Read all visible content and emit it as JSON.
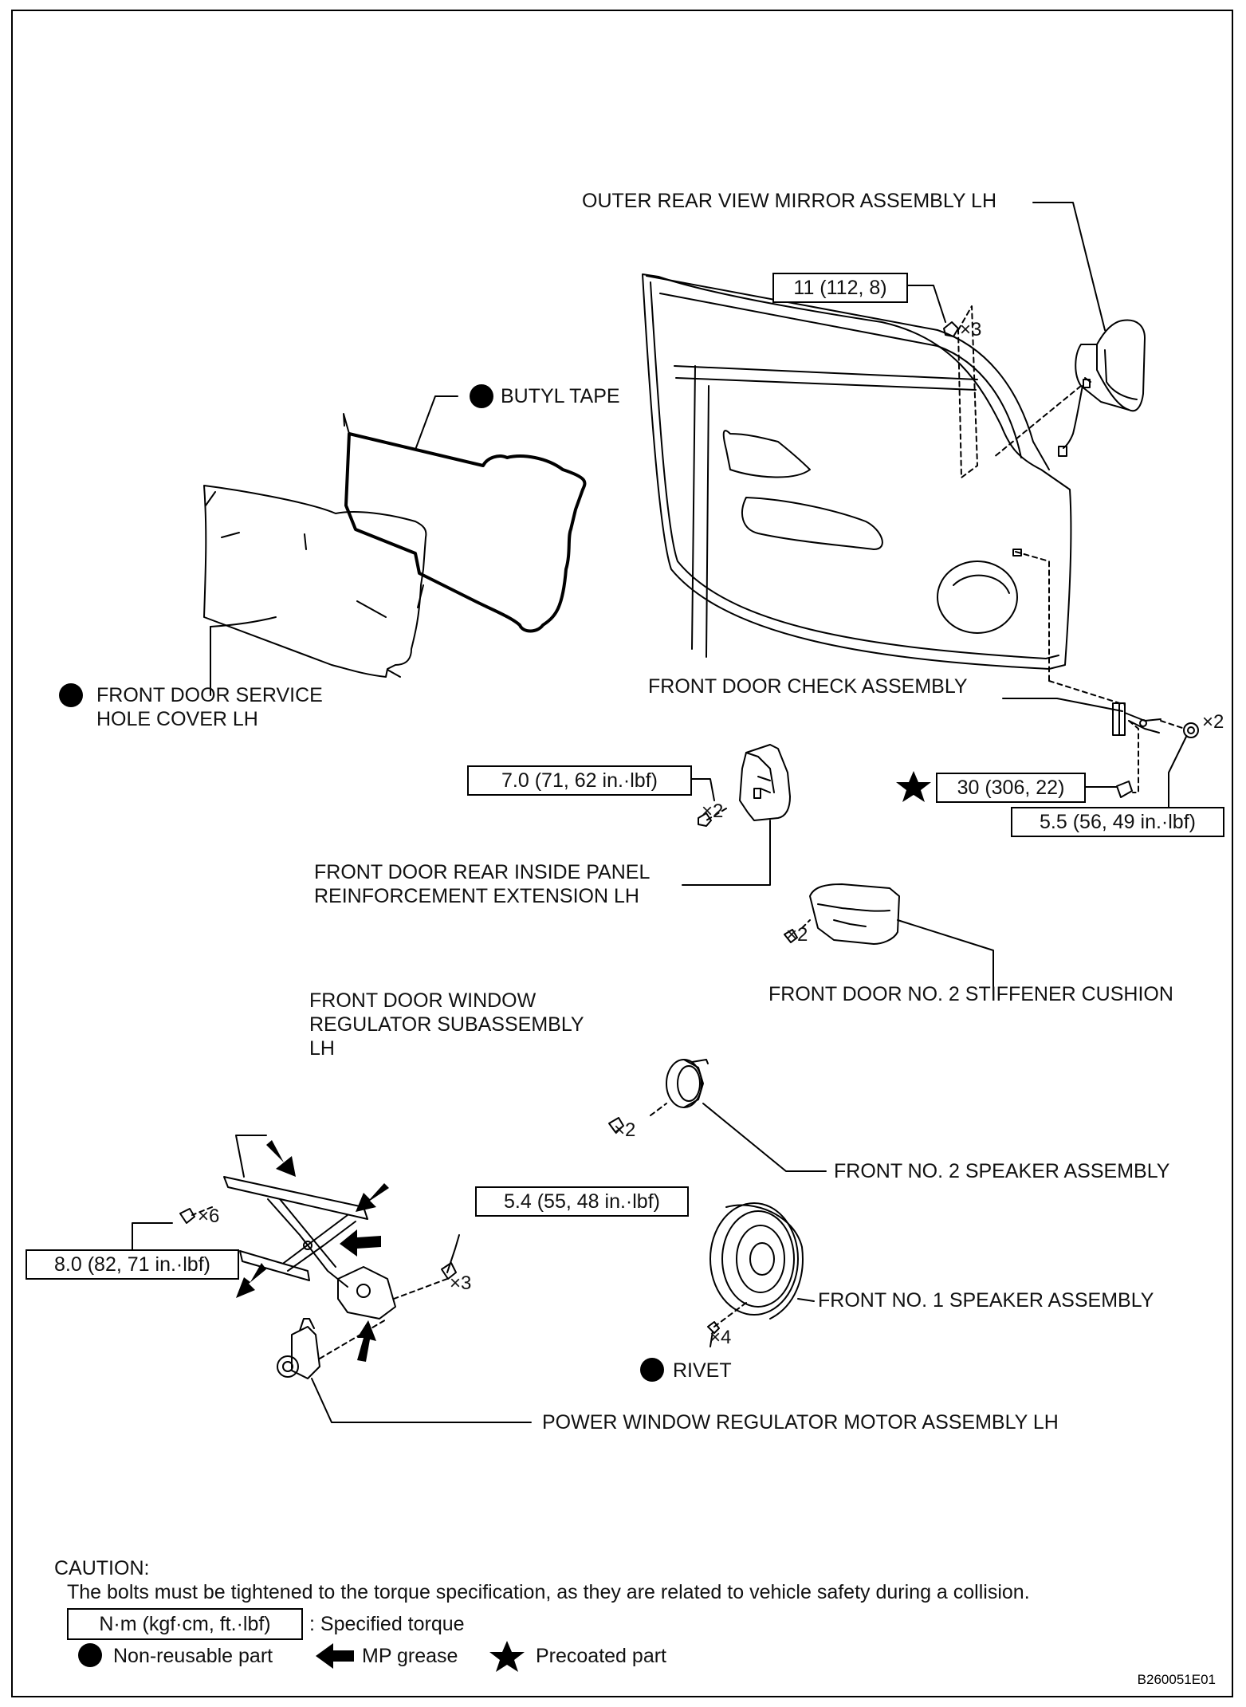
{
  "labels": {
    "mirror": "OUTER REAR VIEW MIRROR ASSEMBLY LH",
    "butyl": "BUTYL TAPE",
    "service_cover_1": "FRONT DOOR SERVICE",
    "service_cover_2": "HOLE COVER LH",
    "check": "FRONT DOOR CHECK ASSEMBLY",
    "reinf_1": "FRONT DOOR REAR INSIDE PANEL",
    "reinf_2": "REINFORCEMENT EXTENSION LH",
    "stiffener": "FRONT DOOR NO. 2 STIFFENER CUSHION",
    "regulator_1": "FRONT DOOR WINDOW",
    "regulator_2": "REGULATOR SUBASSEMBLY",
    "regulator_3": "LH",
    "speaker2": "FRONT NO. 2 SPEAKER ASSEMBLY",
    "speaker1": "FRONT NO. 1 SPEAKER ASSEMBLY",
    "rivet": "RIVET",
    "motor": "POWER WINDOW REGULATOR MOTOR ASSEMBLY LH"
  },
  "torques": {
    "mirror": "11 (112, 8)",
    "reinf": "7.0 (71, 62 in.·lbf)",
    "check_hinge": "30 (306, 22)",
    "check_body": "5.5 (56, 49 in.·lbf)",
    "regulator_motor": "5.4 (55, 48 in.·lbf)",
    "regulator_frame": "8.0 (82, 71 in.·lbf)"
  },
  "quantities": {
    "mirror": "×3",
    "check": "×2",
    "reinf": "×2",
    "stiffener": "×2",
    "regulator_frame": "×6",
    "regulator_motor": "×3",
    "speaker2": "×2",
    "speaker1": "×4"
  },
  "caution": {
    "title": "CAUTION:",
    "text": "The bolts must be tightened to the torque specification, as they are related to vehicle safety during a collision."
  },
  "legend": {
    "torque_box": "N·m (kgf·cm, ft.·lbf)",
    "torque_text": ": Specified torque",
    "nonreusable": "Non-reusable part",
    "grease": "MP grease",
    "precoated": "Precoated part"
  },
  "icons": {
    "nonreusable": "filled-circle-icon",
    "grease": "arrow-left-icon",
    "precoated": "star-icon"
  },
  "figure_code": "B260051E01"
}
